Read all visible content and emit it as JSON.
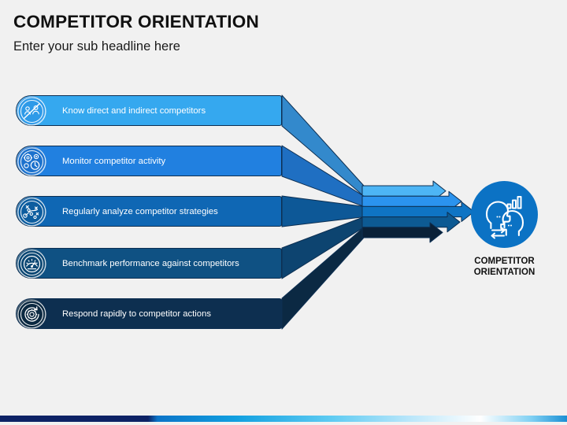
{
  "header": {
    "title": "COMPETITOR ORIENTATION",
    "subtitle": "Enter your sub headline here"
  },
  "rows": [
    {
      "label": "Know direct and indirect competitors",
      "icon": "people-blocked-icon",
      "bar_color": "#35a8ef",
      "wedge_color": "#3389cc",
      "icon_bg": "#2e9ae8",
      "arrow_color": "#4db5f5"
    },
    {
      "label": "Monitor competitor activity",
      "icon": "gears-clock-icon",
      "bar_color": "#2180e0",
      "wedge_color": "#1f6fc2",
      "icon_bg": "#1d72cd",
      "arrow_color": "#2b93ee"
    },
    {
      "label": "Regularly analyze competitor strategies",
      "icon": "strategy-nodes-icon",
      "bar_color": "#0f67b4",
      "wedge_color": "#0d5897",
      "icon_bg": "#0d5d9f",
      "arrow_color": "#0f74c4"
    },
    {
      "label": "Benchmark performance against competitors",
      "icon": "gauge-icon",
      "bar_color": "#0f5183",
      "wedge_color": "#0d4470",
      "icon_bg": "#0c4773",
      "arrow_color": "#0d5a93"
    },
    {
      "label": "Respond rapidly to competitor actions",
      "icon": "gear-refresh-icon",
      "bar_color": "#0d2f50",
      "wedge_color": "#0b2943",
      "icon_bg": "#0b2941",
      "arrow_color": "#0a2138"
    }
  ],
  "hub": {
    "icon": "competitor-heads-chart-icon",
    "circle_color": "#0b72c4",
    "label_line1": "COMPETITOR",
    "label_line2": "ORIENTATION"
  },
  "footer": {
    "strip_colors": [
      "#0d2265",
      "#0b74c8",
      "#12a0e0",
      "#5ecbf2",
      "#ffffff",
      "#1b8fd4"
    ]
  }
}
